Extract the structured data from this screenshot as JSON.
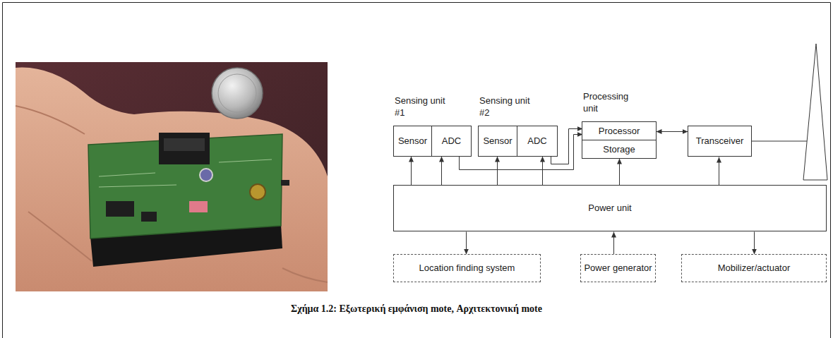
{
  "diagram": {
    "caption": "Σχήμα 1.2: Εξωτερική εμφάνιση mote, Αρχιτεκτονική mote",
    "nodes": [
      {
        "text": [
          "Sensing unit #1"
        ]
      },
      {
        "text": [
          "Sensor"
        ],
        "in": 0
      },
      {
        "text": [
          "ADC"
        ],
        "in": 0
      },
      {
        "text": [
          "Sensing unit #2"
        ]
      },
      {
        "text": [
          "Sensor"
        ],
        "in": 3
      },
      {
        "text": [
          "ADC"
        ],
        "in": 3
      },
      {
        "text": [
          "Processing unit"
        ]
      },
      {
        "text": [
          "Processor"
        ],
        "in": 6
      },
      {
        "text": [
          "Storage"
        ],
        "in": 6
      },
      {
        "text": [
          "Transceiver"
        ]
      },
      {
        "text": [
          "Power unit"
        ]
      },
      {
        "text": [
          "Location finding system"
        ]
      },
      {
        "text": [
          "Power generator"
        ]
      },
      {
        "text": [
          "Mobilizer/actuator"
        ]
      }
    ],
    "edges": [
      {
        "from": 10,
        "to": 1,
        "arrow": "to"
      },
      {
        "from": 10,
        "to": 2,
        "arrow": "to"
      },
      {
        "from": 10,
        "to": 4,
        "arrow": "to"
      },
      {
        "from": 10,
        "to": 5,
        "arrow": "to"
      },
      {
        "from": 10,
        "to": 8,
        "arrow": "to"
      },
      {
        "from": 10,
        "to": 9,
        "arrow": "to"
      },
      {
        "from": 10,
        "to": 11,
        "arrow": "to"
      },
      {
        "from": 12,
        "to": 10,
        "arrow": "to"
      },
      {
        "from": 10,
        "to": 13,
        "arrow": "to"
      },
      {
        "from": 2,
        "to": 7,
        "arrow": "to"
      },
      {
        "from": 5,
        "to": 7,
        "arrow": "to"
      },
      {
        "from": 7,
        "to": 9,
        "arrow": "both"
      }
    ]
  }
}
